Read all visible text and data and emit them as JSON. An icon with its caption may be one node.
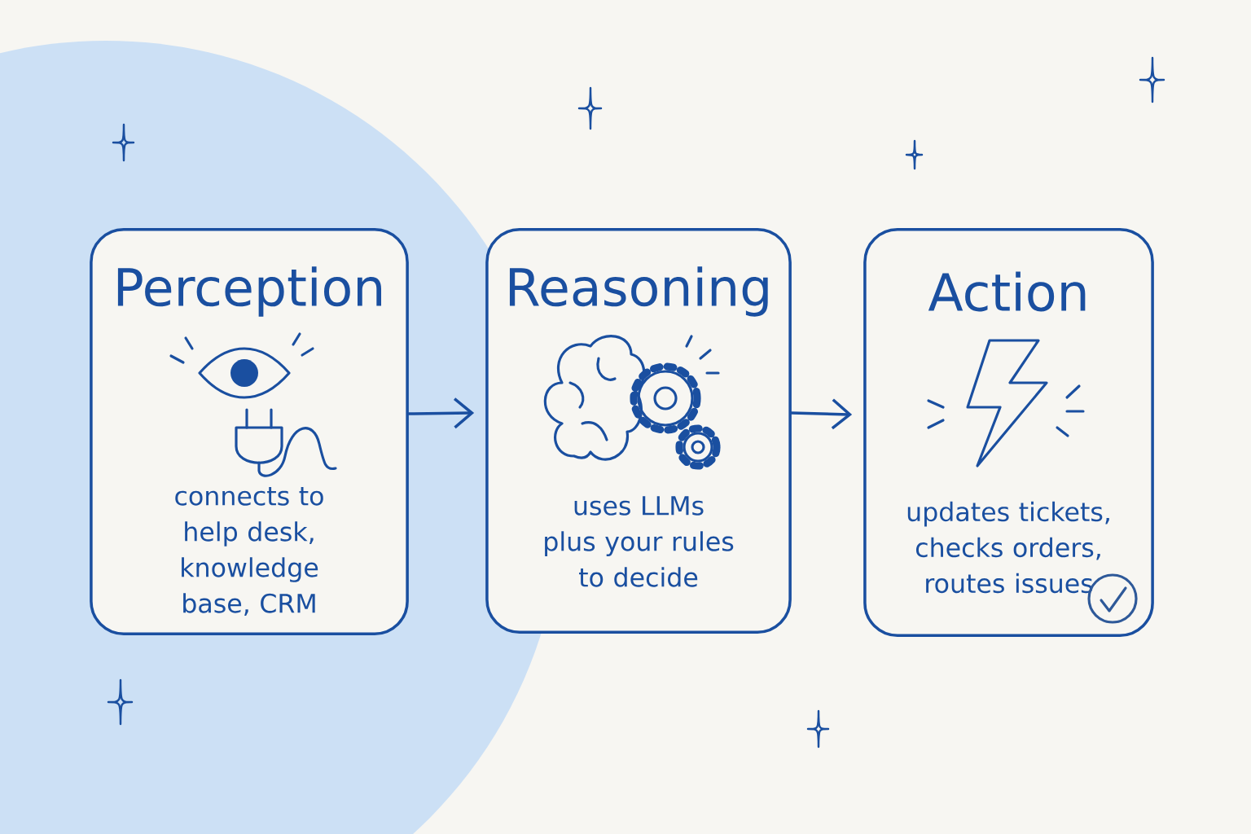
{
  "diagram": {
    "nodes": [
      {
        "text": [
          "Perception",
          "connects to help desk, knowledge base, CRM"
        ]
      },
      {
        "text": [
          "Reasoning",
          "uses LLMs plus your rules to decide"
        ]
      },
      {
        "text": [
          "Action",
          "updates tickets, checks orders, routes issues"
        ]
      }
    ],
    "edges": [
      {
        "from": 0,
        "to": 1,
        "arrow": "to"
      },
      {
        "from": 1,
        "to": 2,
        "arrow": "to"
      }
    ]
  }
}
